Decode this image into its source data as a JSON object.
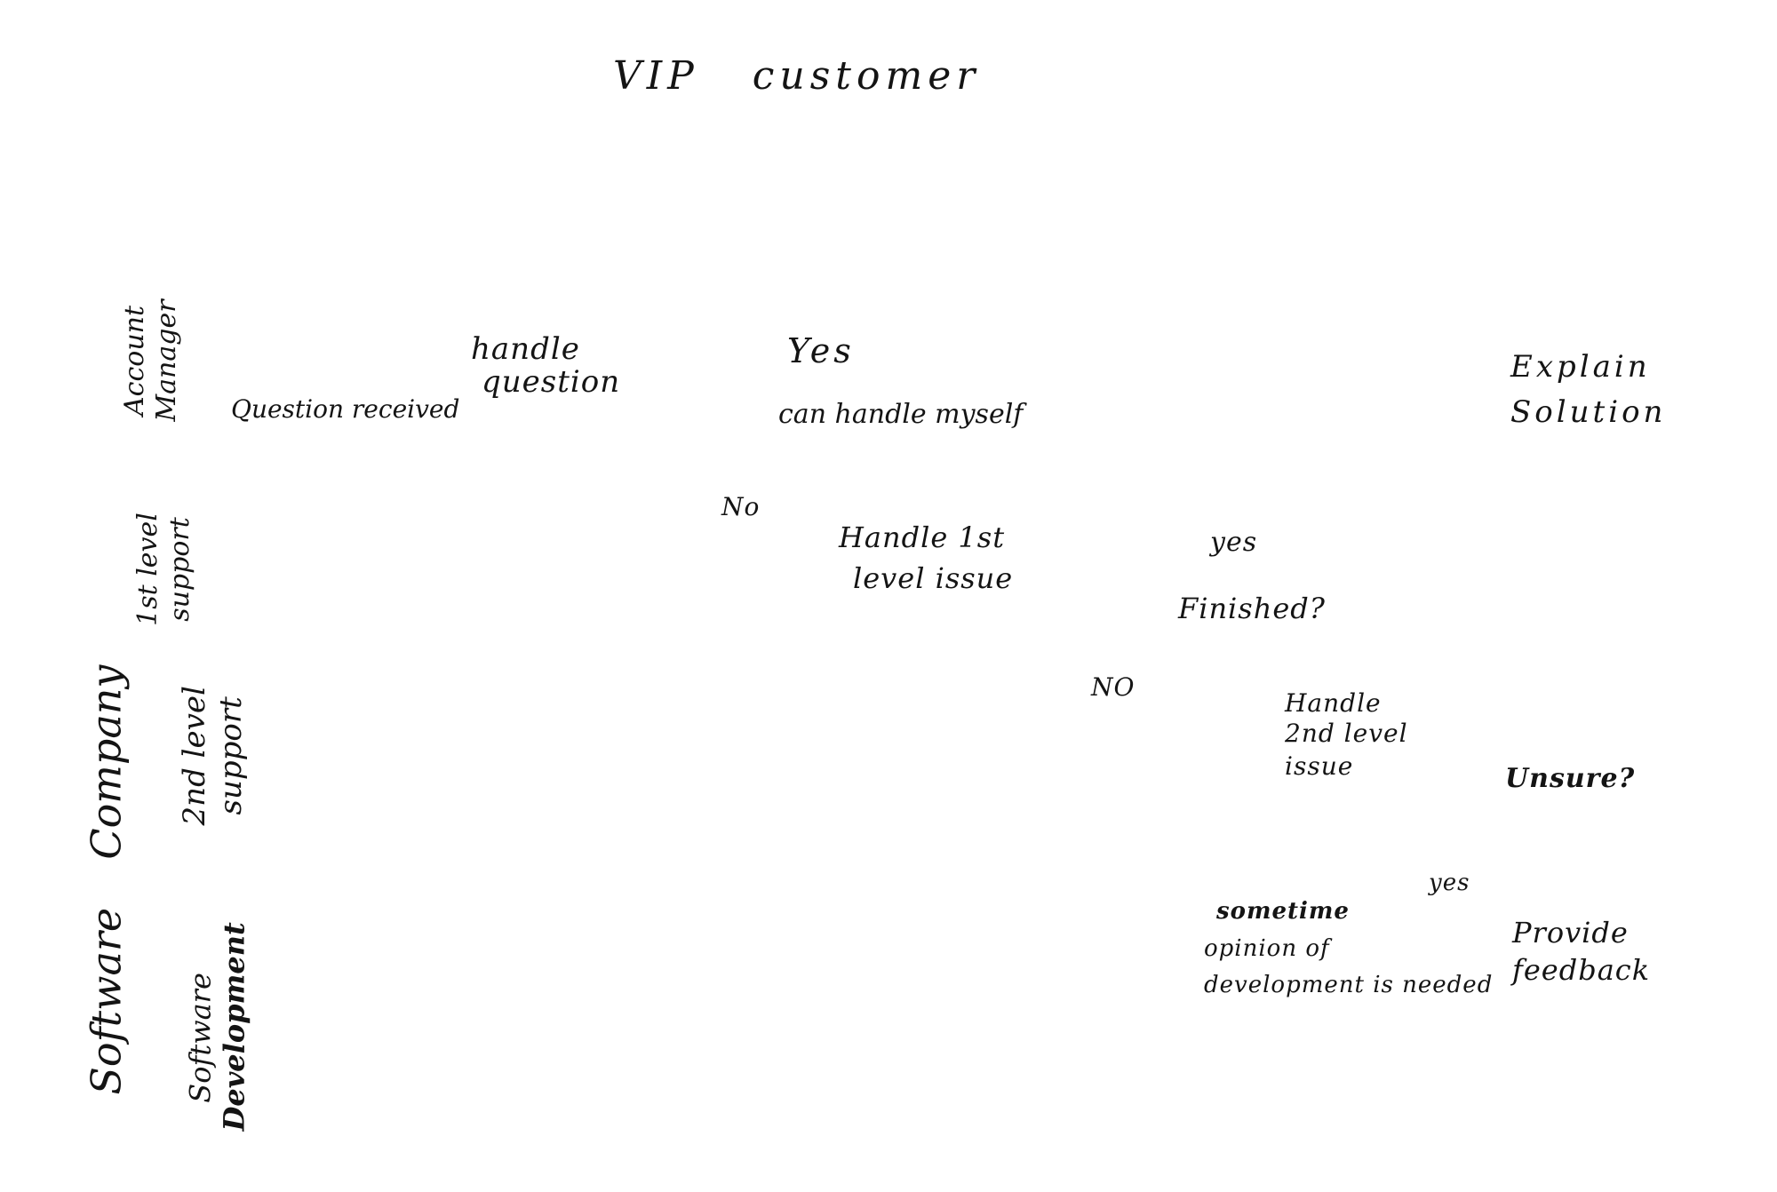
{
  "title": "VIP customer",
  "pools": {
    "company": "Company",
    "software": "Software"
  },
  "lanes": {
    "account_manager": [
      "Account",
      "Manager"
    ],
    "first_level": [
      "1st level",
      "support"
    ],
    "second_level": [
      "2nd level",
      "support"
    ],
    "software_development": [
      "Software",
      "Development"
    ]
  },
  "nodes": {
    "question_received": "Question received",
    "handle_question": [
      "handle",
      "question"
    ],
    "can_handle_myself": "can handle myself",
    "yes_1": "Yes",
    "no_1": "No",
    "handle_first_level": [
      "Handle 1st",
      "level issue"
    ],
    "finished": "Finished?",
    "yes_2": "yes",
    "no_2": "NO",
    "handle_second_level": [
      "Handle",
      "2nd level",
      "issue"
    ],
    "unsure": "Unsure?",
    "yes_3": "yes",
    "explain_solution": [
      "Explain",
      "Solution"
    ],
    "development_opinion": [
      "sometime",
      "opinion of",
      "development is needed"
    ],
    "provide_feedback": [
      "Provide",
      "feedback"
    ]
  }
}
